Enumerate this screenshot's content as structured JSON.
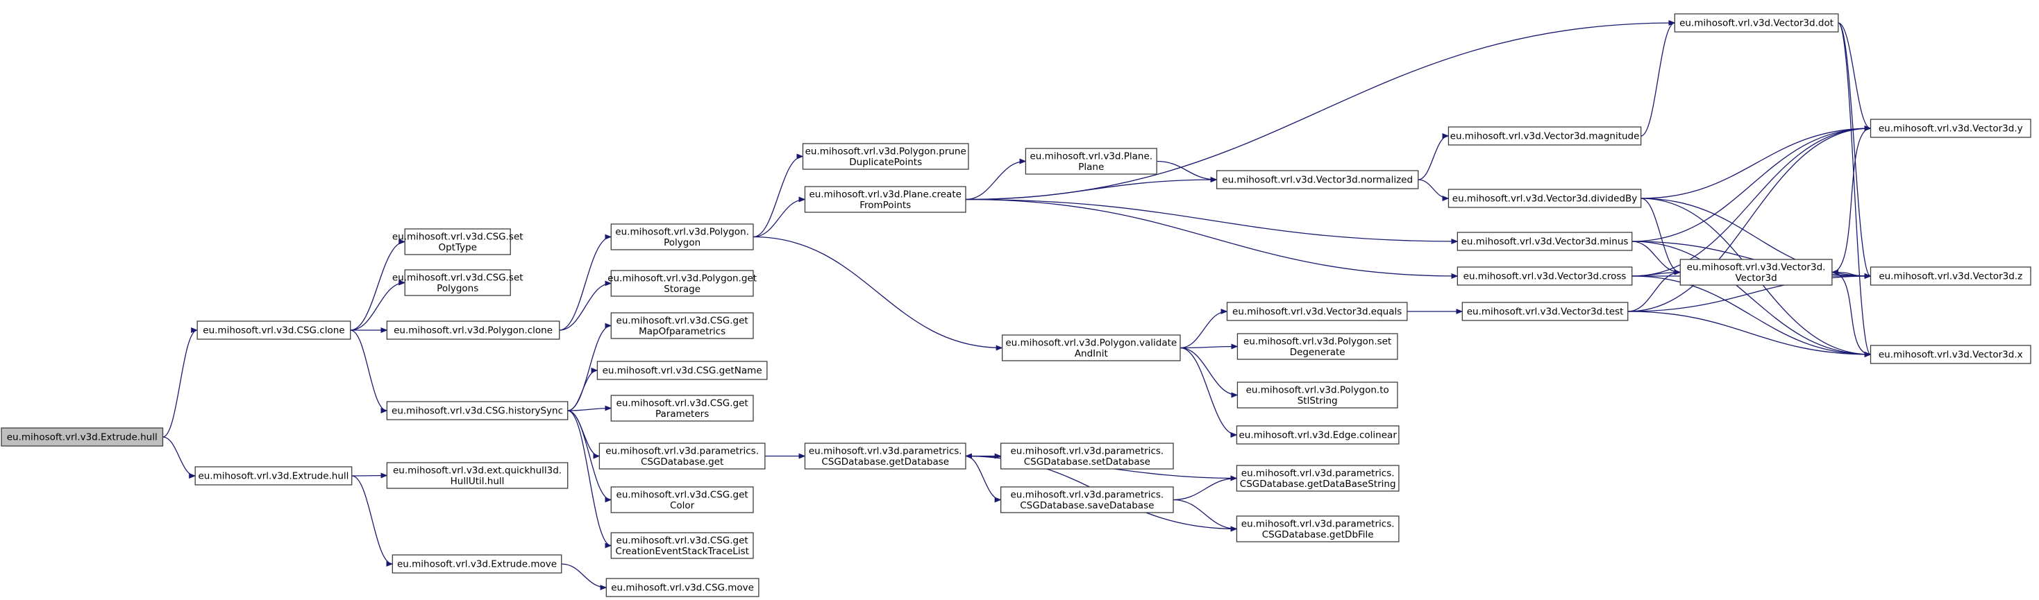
{
  "colors": {
    "edge": "#191970",
    "node_border": "#3c3c3c",
    "node_fill": "#ffffff",
    "root_fill": "#bfbfbf",
    "background": "#ffffff"
  },
  "nodes": [
    {
      "id": "root",
      "lines": [
        "eu.mihosoft.vrl.v3d.Extrude.hull"
      ],
      "root": true
    },
    {
      "id": "csg_clone",
      "lines": [
        "eu.mihosoft.vrl.v3d.CSG.clone"
      ]
    },
    {
      "id": "ext_hull",
      "lines": [
        "eu.mihosoft.vrl.v3d.Extrude.hull"
      ]
    },
    {
      "id": "set_opttype",
      "lines": [
        "eu.mihosoft.vrl.v3d.CSG.set",
        "OptType"
      ]
    },
    {
      "id": "set_polygons",
      "lines": [
        "eu.mihosoft.vrl.v3d.CSG.set",
        "Polygons"
      ]
    },
    {
      "id": "poly_clone",
      "lines": [
        "eu.mihosoft.vrl.v3d.Polygon.clone"
      ]
    },
    {
      "id": "history",
      "lines": [
        "eu.mihosoft.vrl.v3d.CSG.historySync"
      ]
    },
    {
      "id": "hullutil",
      "lines": [
        "eu.mihosoft.vrl.v3d.ext.quickhull3d.",
        "HullUtil.hull"
      ]
    },
    {
      "id": "ext_move",
      "lines": [
        "eu.mihosoft.vrl.v3d.Extrude.move"
      ]
    },
    {
      "id": "poly_poly",
      "lines": [
        "eu.mihosoft.vrl.v3d.Polygon.",
        "Polygon"
      ]
    },
    {
      "id": "get_storage",
      "lines": [
        "eu.mihosoft.vrl.v3d.Polygon.get",
        "Storage"
      ]
    },
    {
      "id": "get_map",
      "lines": [
        "eu.mihosoft.vrl.v3d.CSG.get",
        "MapOfparametrics"
      ]
    },
    {
      "id": "get_name",
      "lines": [
        "eu.mihosoft.vrl.v3d.CSG.getName"
      ]
    },
    {
      "id": "get_params",
      "lines": [
        "eu.mihosoft.vrl.v3d.CSG.get",
        "Parameters"
      ]
    },
    {
      "id": "csgdb_get",
      "lines": [
        "eu.mihosoft.vrl.v3d.parametrics.",
        "CSGDatabase.get"
      ]
    },
    {
      "id": "get_color",
      "lines": [
        "eu.mihosoft.vrl.v3d.CSG.get",
        "Color"
      ]
    },
    {
      "id": "get_creation",
      "lines": [
        "eu.mihosoft.vrl.v3d.CSG.get",
        "CreationEventStackTraceList"
      ]
    },
    {
      "id": "csg_move",
      "lines": [
        "eu.mihosoft.vrl.v3d.CSG.move"
      ]
    },
    {
      "id": "prune",
      "lines": [
        "eu.mihosoft.vrl.v3d.Polygon.prune",
        "DuplicatePoints"
      ]
    },
    {
      "id": "plane_create",
      "lines": [
        "eu.mihosoft.vrl.v3d.Plane.create",
        "FromPoints"
      ]
    },
    {
      "id": "getdatabase",
      "lines": [
        "eu.mihosoft.vrl.v3d.parametrics.",
        "CSGDatabase.getDatabase"
      ]
    },
    {
      "id": "plane_plane",
      "lines": [
        "eu.mihosoft.vrl.v3d.Plane.",
        "Plane"
      ]
    },
    {
      "id": "validate",
      "lines": [
        "eu.mihosoft.vrl.v3d.Polygon.validate",
        "AndInit"
      ]
    },
    {
      "id": "setdatabase",
      "lines": [
        "eu.mihosoft.vrl.v3d.parametrics.",
        "CSGDatabase.setDatabase"
      ]
    },
    {
      "id": "savedatabase",
      "lines": [
        "eu.mihosoft.vrl.v3d.parametrics.",
        "CSGDatabase.saveDatabase"
      ]
    },
    {
      "id": "normalized",
      "lines": [
        "eu.mihosoft.vrl.v3d.Vector3d.normalized"
      ]
    },
    {
      "id": "v_equals",
      "lines": [
        "eu.mihosoft.vrl.v3d.Vector3d.equals"
      ]
    },
    {
      "id": "set_degenerate",
      "lines": [
        "eu.mihosoft.vrl.v3d.Polygon.set",
        "Degenerate"
      ]
    },
    {
      "id": "to_stl",
      "lines": [
        "eu.mihosoft.vrl.v3d.Polygon.to",
        "StlString"
      ]
    },
    {
      "id": "colinear",
      "lines": [
        "eu.mihosoft.vrl.v3d.Edge.colinear"
      ]
    },
    {
      "id": "getdbstring",
      "lines": [
        "eu.mihosoft.vrl.v3d.parametrics.",
        "CSGDatabase.getDataBaseString"
      ]
    },
    {
      "id": "getdbfile",
      "lines": [
        "eu.mihosoft.vrl.v3d.parametrics.",
        "CSGDatabase.getDbFile"
      ]
    },
    {
      "id": "magnitude",
      "lines": [
        "eu.mihosoft.vrl.v3d.Vector3d.magnitude"
      ]
    },
    {
      "id": "dividedby",
      "lines": [
        "eu.mihosoft.vrl.v3d.Vector3d.dividedBy"
      ]
    },
    {
      "id": "minus",
      "lines": [
        "eu.mihosoft.vrl.v3d.Vector3d.minus"
      ]
    },
    {
      "id": "cross",
      "lines": [
        "eu.mihosoft.vrl.v3d.Vector3d.cross"
      ]
    },
    {
      "id": "v_test",
      "lines": [
        "eu.mihosoft.vrl.v3d.Vector3d.test"
      ]
    },
    {
      "id": "v_dot",
      "lines": [
        "eu.mihosoft.vrl.v3d.Vector3d.dot"
      ]
    },
    {
      "id": "v_ctor",
      "lines": [
        "eu.mihosoft.vrl.v3d.Vector3d.",
        "Vector3d"
      ]
    },
    {
      "id": "v_y",
      "lines": [
        "eu.mihosoft.vrl.v3d.Vector3d.y"
      ]
    },
    {
      "id": "v_z",
      "lines": [
        "eu.mihosoft.vrl.v3d.Vector3d.z"
      ]
    },
    {
      "id": "v_x",
      "lines": [
        "eu.mihosoft.vrl.v3d.Vector3d.x"
      ]
    }
  ],
  "edges": [
    [
      "root",
      "csg_clone"
    ],
    [
      "root",
      "ext_hull"
    ],
    [
      "csg_clone",
      "set_opttype"
    ],
    [
      "csg_clone",
      "set_polygons"
    ],
    [
      "csg_clone",
      "poly_clone"
    ],
    [
      "csg_clone",
      "history"
    ],
    [
      "ext_hull",
      "hullutil"
    ],
    [
      "ext_hull",
      "ext_move"
    ],
    [
      "poly_clone",
      "poly_poly"
    ],
    [
      "poly_clone",
      "get_storage"
    ],
    [
      "history",
      "get_map"
    ],
    [
      "history",
      "get_name"
    ],
    [
      "history",
      "get_params"
    ],
    [
      "history",
      "csgdb_get"
    ],
    [
      "history",
      "get_color"
    ],
    [
      "history",
      "get_creation"
    ],
    [
      "ext_move",
      "csg_move"
    ],
    [
      "poly_poly",
      "prune"
    ],
    [
      "poly_poly",
      "plane_create"
    ],
    [
      "poly_poly",
      "validate"
    ],
    [
      "csgdb_get",
      "getdatabase"
    ],
    [
      "plane_create",
      "plane_plane"
    ],
    [
      "plane_create",
      "normalized"
    ],
    [
      "plane_create",
      "minus"
    ],
    [
      "plane_create",
      "cross"
    ],
    [
      "plane_create",
      "v_dot"
    ],
    [
      "plane_plane",
      "normalized"
    ],
    [
      "getdatabase",
      "setdatabase"
    ],
    [
      "getdatabase",
      "savedatabase"
    ],
    [
      "getdatabase",
      "getdbfile"
    ],
    [
      "savedatabase",
      "getdbstring"
    ],
    [
      "savedatabase",
      "getdbfile"
    ],
    [
      "getdbstring",
      "getdatabase"
    ],
    [
      "validate",
      "v_equals"
    ],
    [
      "validate",
      "set_degenerate"
    ],
    [
      "validate",
      "to_stl"
    ],
    [
      "validate",
      "colinear"
    ],
    [
      "normalized",
      "magnitude"
    ],
    [
      "normalized",
      "dividedby"
    ],
    [
      "magnitude",
      "v_dot"
    ],
    [
      "v_equals",
      "v_test"
    ],
    [
      "dividedby",
      "v_ctor"
    ],
    [
      "dividedby",
      "v_x"
    ],
    [
      "dividedby",
      "v_y"
    ],
    [
      "dividedby",
      "v_z"
    ],
    [
      "minus",
      "v_ctor"
    ],
    [
      "minus",
      "v_x"
    ],
    [
      "minus",
      "v_y"
    ],
    [
      "minus",
      "v_z"
    ],
    [
      "cross",
      "v_ctor"
    ],
    [
      "cross",
      "v_x"
    ],
    [
      "cross",
      "v_y"
    ],
    [
      "cross",
      "v_z"
    ],
    [
      "v_test",
      "v_ctor"
    ],
    [
      "v_test",
      "v_x"
    ],
    [
      "v_test",
      "v_y"
    ],
    [
      "v_test",
      "v_z"
    ],
    [
      "v_dot",
      "v_x"
    ],
    [
      "v_dot",
      "v_y"
    ],
    [
      "v_dot",
      "v_z"
    ],
    [
      "v_z",
      "v_ctor"
    ],
    [
      "v_x",
      "v_ctor"
    ],
    [
      "v_y",
      "v_ctor"
    ]
  ]
}
